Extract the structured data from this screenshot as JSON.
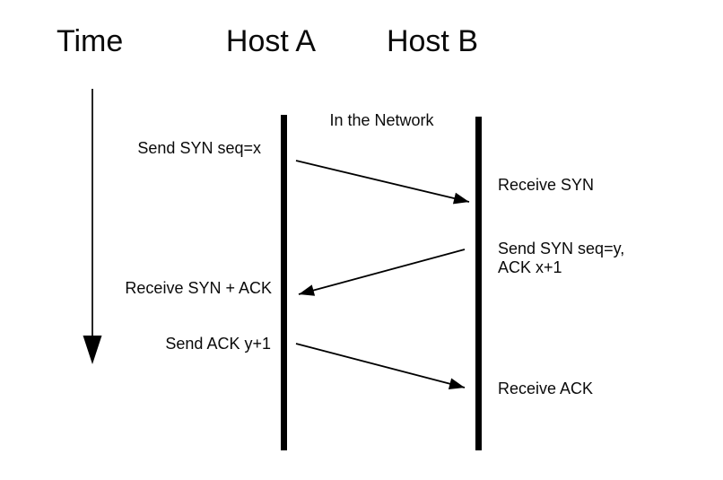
{
  "diagram": {
    "time_axis": {
      "label": "Time"
    },
    "hosts": {
      "a": "Host A",
      "b": "Host B"
    },
    "network_label": "In the Network",
    "messages": [
      {
        "from": "Host A",
        "to": "Host B",
        "send_label": "Send SYN seq=x",
        "receive_label": "Receive SYN"
      },
      {
        "from": "Host B",
        "to": "Host A",
        "send_label": "Send SYN seq=y,\nACK x+1",
        "receive_label": "Receive SYN + ACK"
      },
      {
        "from": "Host A",
        "to": "Host B",
        "send_label": "Send ACK y+1",
        "receive_label": "Receive ACK"
      }
    ],
    "colors": {
      "ink": "#000000",
      "background": "#ffffff"
    }
  }
}
